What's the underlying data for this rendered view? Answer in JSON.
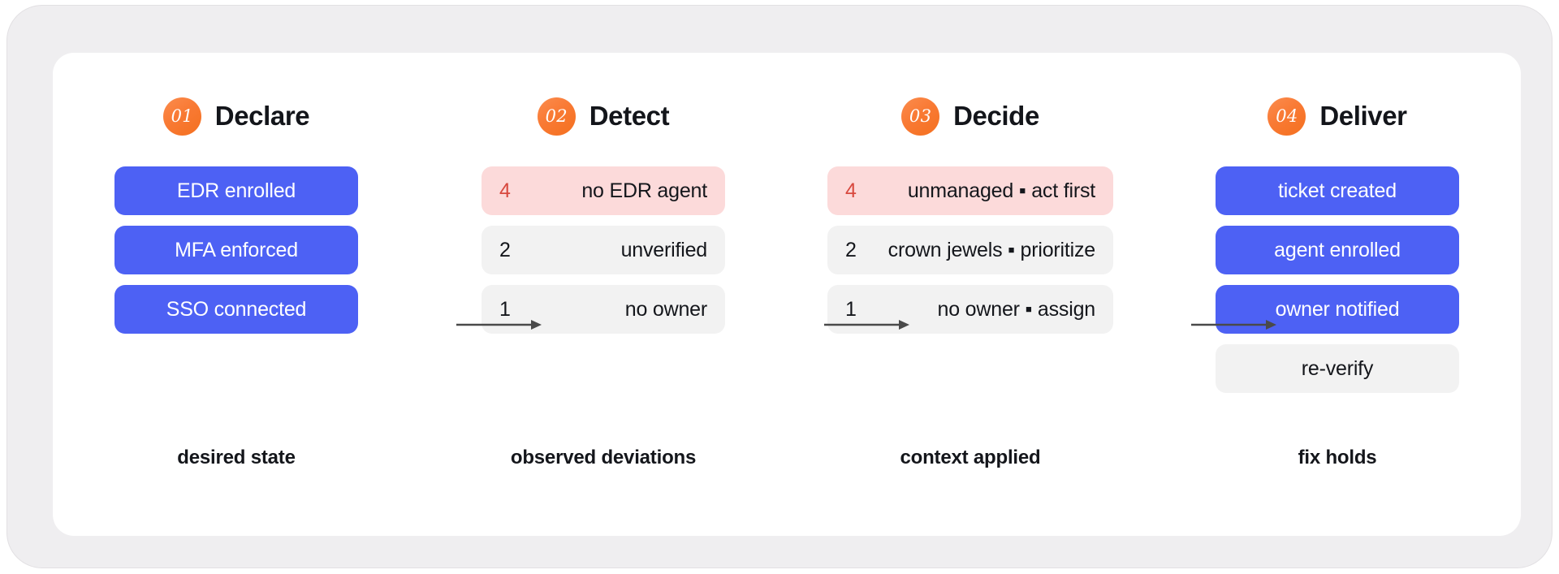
{
  "diagram": {
    "columns": [
      {
        "number": "01",
        "title": "Declare",
        "caption": "desired state",
        "rows": [
          {
            "style": "blue",
            "count": "",
            "label": "EDR enrolled"
          },
          {
            "style": "blue",
            "count": "",
            "label": "MFA enforced"
          },
          {
            "style": "blue",
            "count": "",
            "label": "SSO connected"
          }
        ]
      },
      {
        "number": "02",
        "title": "Detect",
        "caption": "observed deviations",
        "rows": [
          {
            "style": "alert",
            "count": "4",
            "label": "no EDR agent"
          },
          {
            "style": "gray",
            "count": "2",
            "label": "unverified"
          },
          {
            "style": "gray",
            "count": "1",
            "label": "no owner"
          }
        ]
      },
      {
        "number": "03",
        "title": "Decide",
        "caption": "context applied",
        "rows": [
          {
            "style": "alert",
            "count": "4",
            "label": "unmanaged ▪ act first"
          },
          {
            "style": "gray",
            "count": "2",
            "label": "crown jewels ▪ prioritize"
          },
          {
            "style": "gray",
            "count": "1",
            "label": "no owner ▪ assign"
          }
        ]
      },
      {
        "number": "04",
        "title": "Deliver",
        "caption": "fix holds",
        "rows": [
          {
            "style": "blue",
            "count": "",
            "label": "ticket created"
          },
          {
            "style": "blue",
            "count": "",
            "label": "agent enrolled"
          },
          {
            "style": "blue",
            "count": "",
            "label": "owner notified"
          },
          {
            "style": "gray centered",
            "count": "",
            "label": "re-verify"
          }
        ]
      }
    ],
    "colors": {
      "accent_blue": "#4d61f4",
      "accent_orange": "#f97a34",
      "alert_pink": "#fcdada",
      "alert_red": "#d8493f",
      "neutral_gray": "#f2f2f2",
      "frame_gray": "#efeef0"
    }
  }
}
